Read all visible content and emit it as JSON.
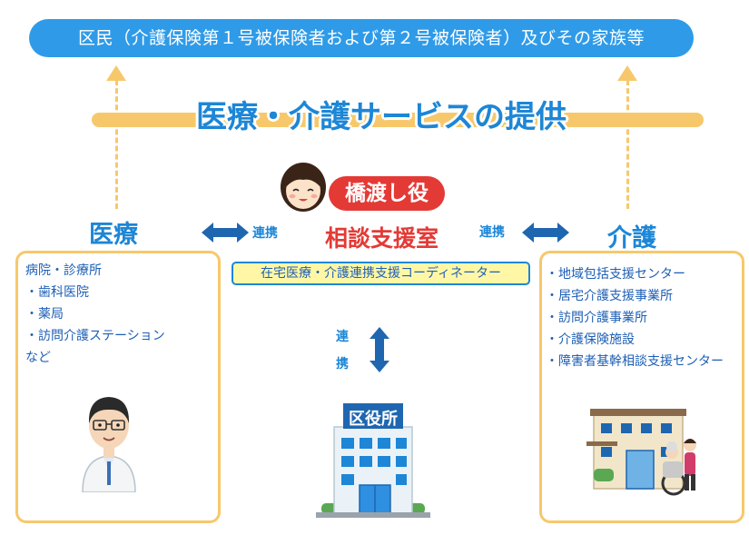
{
  "banner": {
    "text": "区民（介護保険第１号被保険者および第２号被保険者）及びその家族等"
  },
  "service": {
    "title": "医療・介護サービスの提供"
  },
  "center": {
    "bridge_label": "橋渡し役",
    "title": "相談支援室",
    "coordinator": "在宅医療・介護連携支援コーディネーター"
  },
  "links": {
    "left": "連携",
    "right": "連携",
    "vertical_1": "連",
    "vertical_2": "携"
  },
  "medical": {
    "heading": "医療",
    "items": [
      "病院・診療所",
      "・歯科医院",
      "・薬局",
      "・訪問介護ステーション",
      "など"
    ]
  },
  "care": {
    "heading": "介護",
    "items": [
      "・地域包括支援センター",
      "・居宅介護支援事業所",
      "・訪問介護事業所",
      "・介護保険施設",
      "・障害者基幹相談支援センター"
    ]
  },
  "ward_office": {
    "sign": "区役所"
  },
  "colors": {
    "blue": "#1d86d6",
    "banner": "#2f9be8",
    "yellow": "#f7c86b",
    "red": "#e43a36",
    "pale_yellow": "#fff7a6"
  },
  "icons": [
    "nurse-icon",
    "doctor-icon",
    "ward-office-building-icon",
    "care-facility-icon",
    "double-arrow-icon"
  ]
}
